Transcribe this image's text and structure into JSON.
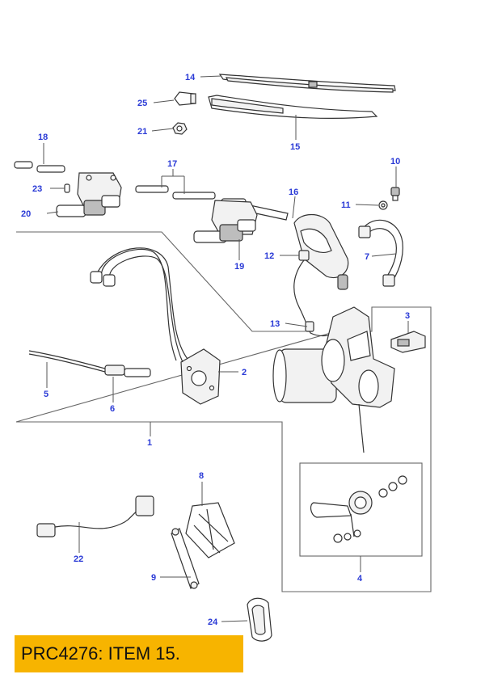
{
  "callouts": {
    "c1": "1",
    "c2": "2",
    "c3": "3",
    "c4": "4",
    "c5": "5",
    "c6": "6",
    "c7": "7",
    "c8": "8",
    "c9": "9",
    "c10": "10",
    "c11": "11",
    "c12": "12",
    "c13": "13",
    "c14": "14",
    "c15": "15",
    "c16": "16",
    "c17": "17",
    "c18": "18",
    "c19": "19",
    "c20": "20",
    "c21": "21",
    "c22": "22",
    "c23": "23",
    "c24": "24",
    "c25": "25"
  },
  "colors": {
    "callout": "#2a3ad6",
    "label_background": "#f7b400"
  },
  "part_label": "PRC4276: ITEM 15."
}
